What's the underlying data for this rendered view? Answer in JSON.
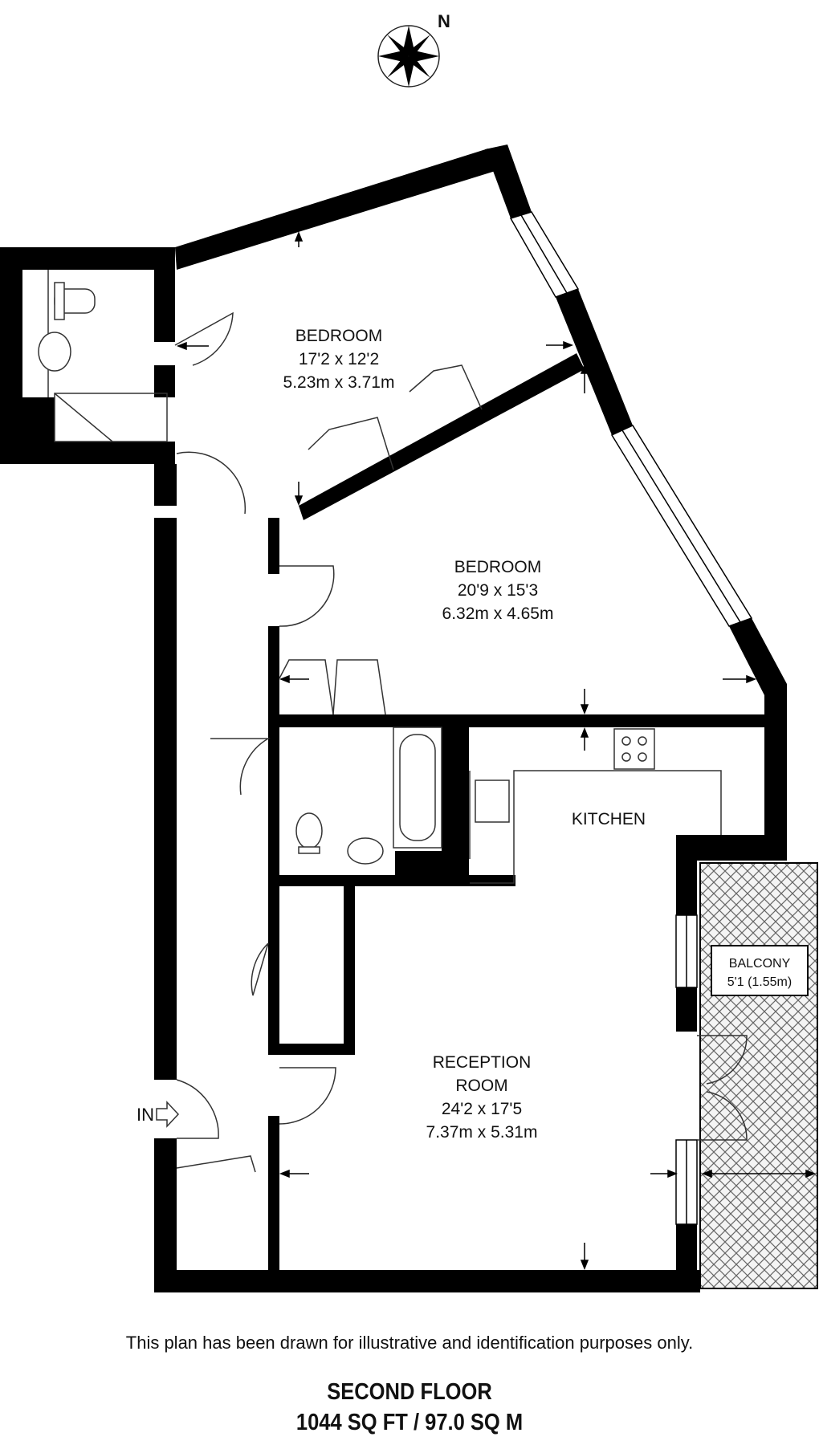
{
  "compass": {
    "label": "N",
    "icon": "north-compass-icon"
  },
  "rooms": {
    "bedroom_1": {
      "name": "BEDROOM",
      "imperial": "17'2 x 12'2",
      "metric": "5.23m x 3.71m"
    },
    "bedroom_2": {
      "name": "BEDROOM",
      "imperial": "20'9 x 15'3",
      "metric": "6.32m x 4.65m"
    },
    "kitchen": {
      "name": "KITCHEN"
    },
    "balcony": {
      "name": "BALCONY",
      "size": "5'1 (1.55m)"
    },
    "reception": {
      "name_line1": "RECEPTION",
      "name_line2": "ROOM",
      "imperial": "24'2 x 17'5",
      "metric": "7.37m x 5.31m"
    }
  },
  "entrance": {
    "label": "IN"
  },
  "footer": {
    "disclaimer": "This plan has been drawn for illustrative and identification purposes only.",
    "floor": "SECOND FLOOR",
    "area": "1044 SQ FT / 97.0 SQ M"
  },
  "colors": {
    "wall": "#000000",
    "balcony_hatch": "#555555",
    "background": "#ffffff"
  }
}
